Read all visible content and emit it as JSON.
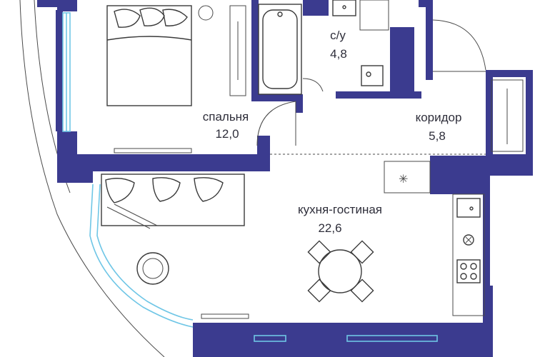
{
  "colors": {
    "wall": "#3b3b8f",
    "glass": "#6fc6e6",
    "background": "#ffffff",
    "text": "#2e2e3a"
  },
  "rooms": {
    "bedroom": {
      "name": "спальня",
      "area": "12,0"
    },
    "bathroom": {
      "name": "с/у",
      "area": "4,8"
    },
    "corridor": {
      "name": "коридор",
      "area": "5,8"
    },
    "kitchen": {
      "name": "кухня-гостиная",
      "area": "22,6"
    }
  },
  "icons": [
    "bed-icon",
    "bathtub-icon",
    "sink-icon",
    "toilet-icon",
    "sofa-icon",
    "dining-table-icon",
    "stove-icon",
    "wardrobe-icon",
    "round-table-icon"
  ]
}
